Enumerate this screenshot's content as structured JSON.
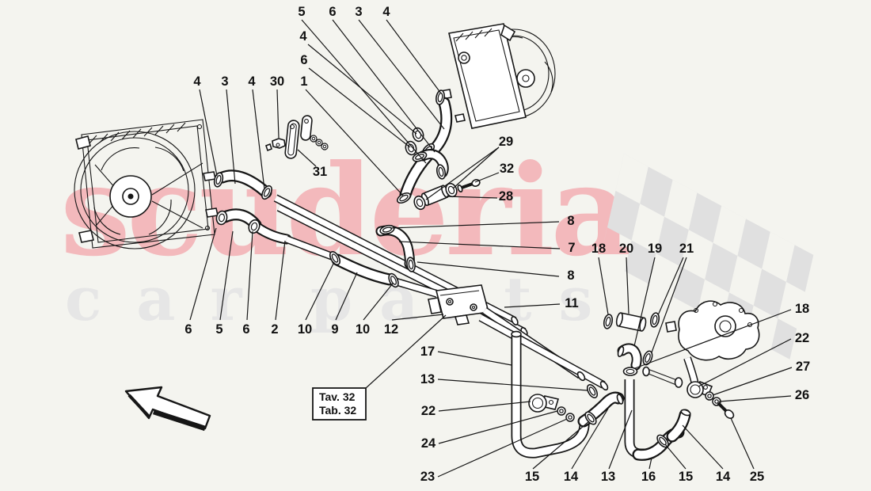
{
  "page": {
    "background": "#f4f4ef"
  },
  "watermark": {
    "brand": "scuderia",
    "sub_left": "car",
    "sub_right": "parts",
    "brand_color": "#f3b9bc",
    "sub_color": "#e6e6e6"
  },
  "checker_color": "#e0e0e0",
  "reference_box": {
    "line1": "Tav. 32",
    "line2": "Tab. 32"
  },
  "callouts": [
    {
      "label": "5"
    },
    {
      "label": "6"
    },
    {
      "label": "3"
    },
    {
      "label": "4"
    },
    {
      "label": "4"
    },
    {
      "label": "6"
    },
    {
      "label": "4"
    },
    {
      "label": "3"
    },
    {
      "label": "4"
    },
    {
      "label": "30"
    },
    {
      "label": "1"
    },
    {
      "label": "31"
    },
    {
      "label": "29"
    },
    {
      "label": "32"
    },
    {
      "label": "28"
    },
    {
      "label": "8"
    },
    {
      "label": "7"
    },
    {
      "label": "8"
    },
    {
      "label": "11"
    },
    {
      "label": "18"
    },
    {
      "label": "20"
    },
    {
      "label": "19"
    },
    {
      "label": "21"
    },
    {
      "label": "18"
    },
    {
      "label": "22"
    },
    {
      "label": "27"
    },
    {
      "label": "26"
    },
    {
      "label": "6"
    },
    {
      "label": "5"
    },
    {
      "label": "6"
    },
    {
      "label": "2"
    },
    {
      "label": "10"
    },
    {
      "label": "9"
    },
    {
      "label": "10"
    },
    {
      "label": "12"
    },
    {
      "label": "17"
    },
    {
      "label": "13"
    },
    {
      "label": "22"
    },
    {
      "label": "24"
    },
    {
      "label": "23"
    },
    {
      "label": "15"
    },
    {
      "label": "14"
    },
    {
      "label": "13"
    },
    {
      "label": "16"
    },
    {
      "label": "15"
    },
    {
      "label": "14"
    },
    {
      "label": "25"
    }
  ]
}
